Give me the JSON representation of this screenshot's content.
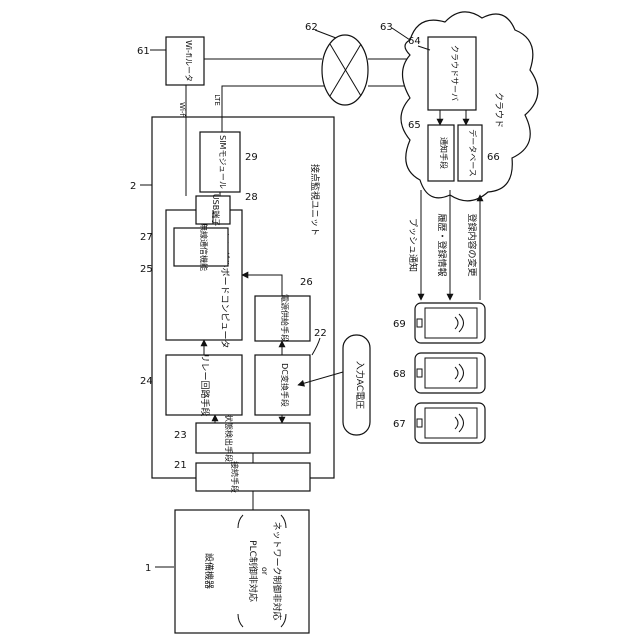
{
  "refs": {
    "r1": "1",
    "r2": "2",
    "r21": "21",
    "r22": "22",
    "r23": "23",
    "r24": "24",
    "r25": "25",
    "r26": "26",
    "r27": "27",
    "r28": "28",
    "r29": "29",
    "r61": "61",
    "r62": "62",
    "r63": "63",
    "r64": "64",
    "r65": "65",
    "r66": "66",
    "r67": "67",
    "r68": "68",
    "r69": "69"
  },
  "equipment": {
    "title": "設備機器",
    "line1": "PLC制御非対応",
    "or": "or",
    "line2": "ネットワーク制御非対応"
  },
  "unit": {
    "title": "接点監視ユニット",
    "connection": "接続手段",
    "state_detect": "状態検出手段",
    "relay": "リレー回路手段",
    "dc_convert": "DC変換手段",
    "power_supply": "電源供給手段",
    "sbc": "シングルボードコンピュータ",
    "wireless": "無線通信機能",
    "usb": "USB端子",
    "sim": "SIMモジュール"
  },
  "ac_input": "入力AC電圧",
  "router": "Wi-fiルータ",
  "link_wifi": "Wi-fi",
  "link_lte": "LTE",
  "cloud": {
    "label": "クラウド",
    "server": "クラウドサーバ",
    "notify": "通知手段",
    "database": "データベース"
  },
  "arrows": {
    "push": "プッシュ通知",
    "history": "履歴・登録情報",
    "change": "登録内容の変更"
  }
}
